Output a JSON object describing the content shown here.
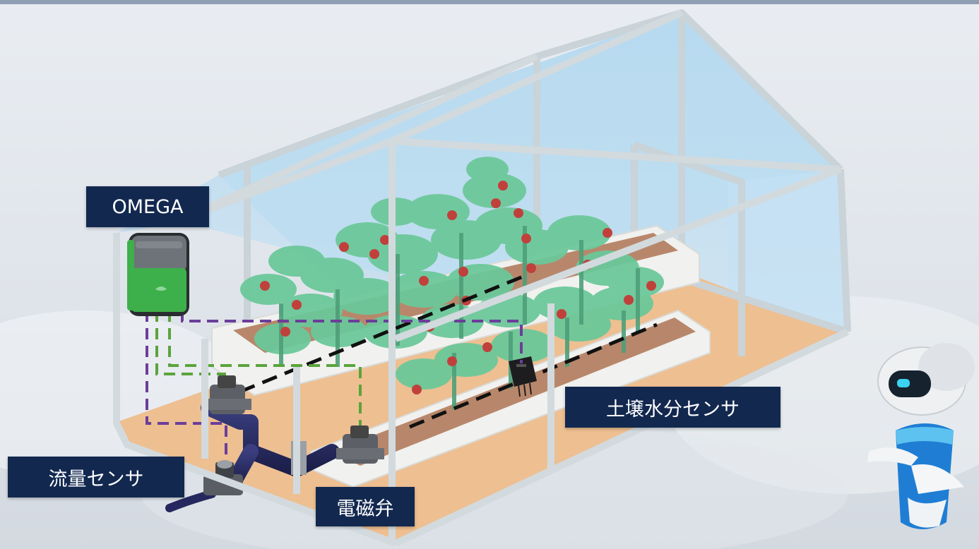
{
  "labels": {
    "omega": "OMEGA",
    "soil_sensor": "土壌水分センサ",
    "flow_sensor": "流量センサ",
    "solenoid_valve": "電磁弁"
  },
  "colors": {
    "label_bg": "#12284f",
    "label_text": "#ffffff",
    "ground": "#eebf91",
    "planter": "#f0f0ee",
    "soil": "#b8876b",
    "glass": "#bcdcf0",
    "frame": "#c9d3d8",
    "pipe": "#25285e",
    "wire_purple": "#6b3e9a",
    "wire_green": "#5aa43c",
    "controller_green": "#3db04b",
    "controller_gray": "#6d7378",
    "leaf": "#6cc89a",
    "tomato": "#c0413c"
  }
}
